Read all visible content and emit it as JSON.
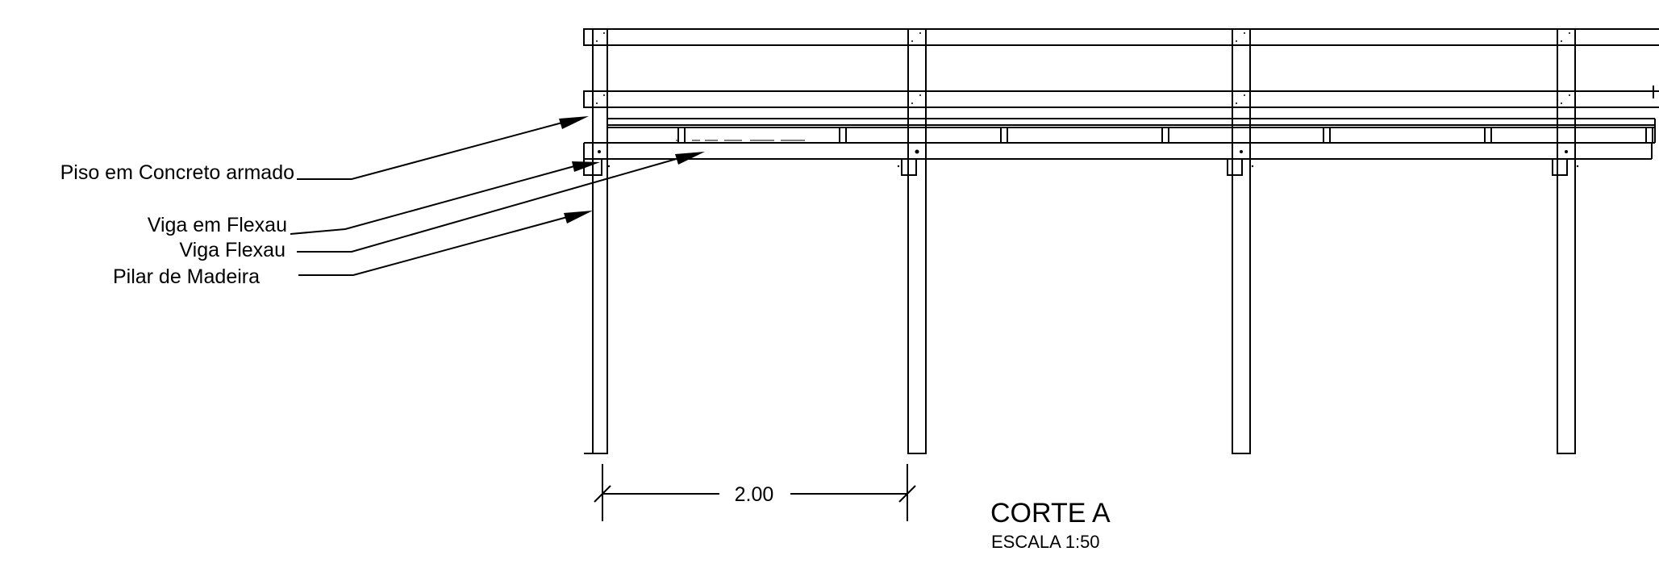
{
  "labels": {
    "piso": "Piso em Concreto armado",
    "viga_em_flexau": "Viga em Flexau",
    "viga_flexau": "Viga Flexau",
    "pilar": "Pilar de Madeira"
  },
  "dimension": {
    "value": "2.00"
  },
  "title": {
    "main": "CORTE A",
    "scale": "ESCALA 1:50"
  },
  "colors": {
    "line": "#000000",
    "background": "#ffffff"
  }
}
